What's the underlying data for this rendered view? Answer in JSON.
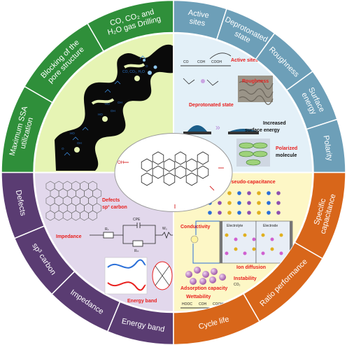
{
  "ring": {
    "top_left": [
      "CO, CO₂ and H₂O gas Drilling",
      "Blocking of the pore structure",
      "Maximum SSA utilization"
    ],
    "top_right": [
      "Active sites",
      "Deprotonated state",
      "Roughness",
      "Surface energy",
      "Polarity"
    ],
    "bottom_left": [
      "Defects",
      "sp³ carbon",
      "Impedance",
      "Energy band"
    ],
    "bottom_right": [
      "Specific capacitance",
      "Ratio performance",
      "Cycle life"
    ]
  },
  "quadrants": {
    "top_left": {
      "gas_label": "CO, CO₂, H₂O"
    },
    "top_right": {
      "active_sites": "Active sites",
      "groups": [
        "CO",
        "COH",
        "COOH"
      ],
      "roughness": "Roughness",
      "deprotonated": "Deprotonated state",
      "increased": "Increased",
      "surface_energy": "surface energy",
      "polarized": "Polarized",
      "molecule": "molecule"
    },
    "bottom_left": {
      "defects": "Defects",
      "sp3": "sp³ carbon",
      "impedance": "Impedance",
      "energy_band": "Energy band",
      "rs": "Rₛ",
      "cpe": "CPE",
      "rct": "Rₜₜ",
      "wo": "W₀"
    },
    "bottom_right": {
      "pseudo": "Pseudo-capacitance",
      "conductivity": "Conductivity",
      "electrolyte": "Electrolyte",
      "electrode": "Electrode",
      "ion_diffusion": "Ion diffusion",
      "instability": "Instability",
      "co2": "CO₂",
      "adsorption": "Adsorption capacity",
      "wettability": "Wettability",
      "groups": [
        "HOOC",
        "COH",
        "COOH"
      ]
    }
  },
  "center": {
    "oh": "OH"
  },
  "colors": {
    "green": "#2f8f3a",
    "blue": "#6d9fb8",
    "purple": "#5a3c72",
    "orange": "#d8661a",
    "green_fill": "#e6f4b4",
    "blue_fill": "#e3f0f8",
    "purple_fill": "#e2d8ec",
    "orange_fill": "#fdf7c6"
  }
}
